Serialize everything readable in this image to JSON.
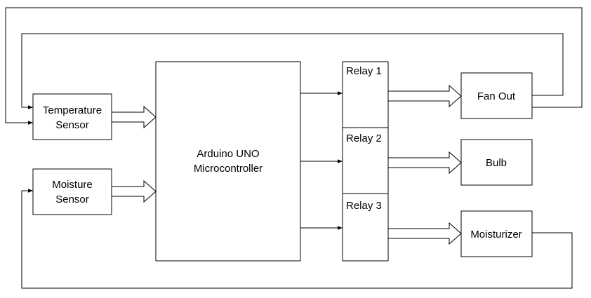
{
  "blocks": {
    "temperature_sensor": [
      "Temperature",
      "Sensor"
    ],
    "moisture_sensor": [
      "Moisture",
      "Sensor"
    ],
    "arduino": [
      "Arduino UNO",
      "Microcontroller"
    ],
    "relay_1": "Relay 1",
    "relay_2": "Relay 2",
    "relay_3": "Relay 3",
    "fan_out": "Fan Out",
    "bulb": "Bulb",
    "moisturizer": "Moisturizer"
  }
}
